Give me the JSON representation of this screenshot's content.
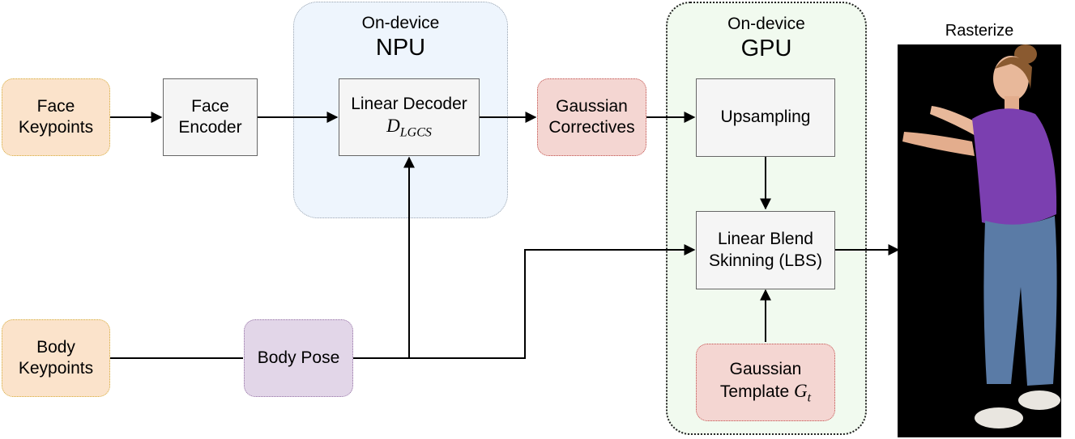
{
  "npu_group": {
    "subtitle": "On-device",
    "title": "NPU"
  },
  "gpu_group": {
    "subtitle": "On-device",
    "title": "GPU"
  },
  "nodes": {
    "face_keypoints": {
      "line1": "Face",
      "line2": "Keypoints"
    },
    "face_encoder": {
      "line1": "Face",
      "line2": "Encoder"
    },
    "linear_decoder": {
      "line1": "Linear Decoder",
      "symbol": "D",
      "subscript": "LGCS"
    },
    "gaussian_correctives": {
      "line1": "Gaussian",
      "line2": "Correctives"
    },
    "upsampling": {
      "label": "Upsampling"
    },
    "lbs": {
      "line1": "Linear Blend",
      "line2": "Skinning (LBS)"
    },
    "gaussian_template": {
      "line1": "Gaussian",
      "line2": "Template",
      "symbol": "G",
      "subscript": "t"
    },
    "body_keypoints": {
      "line1": "Body",
      "line2": "Keypoints"
    },
    "body_pose": {
      "label": "Body Pose"
    }
  },
  "render": {
    "title": "Rasterize"
  },
  "colors": {
    "input_fill": "#fbe3cb",
    "gaussian_fill": "#f4d6d2",
    "pose_fill": "#e2d6e8",
    "npu_fill": "#eef5fd",
    "gpu_fill": "#f1faef",
    "person_shirt": "#7b3fb0",
    "person_jeans": "#5a7ba6"
  }
}
